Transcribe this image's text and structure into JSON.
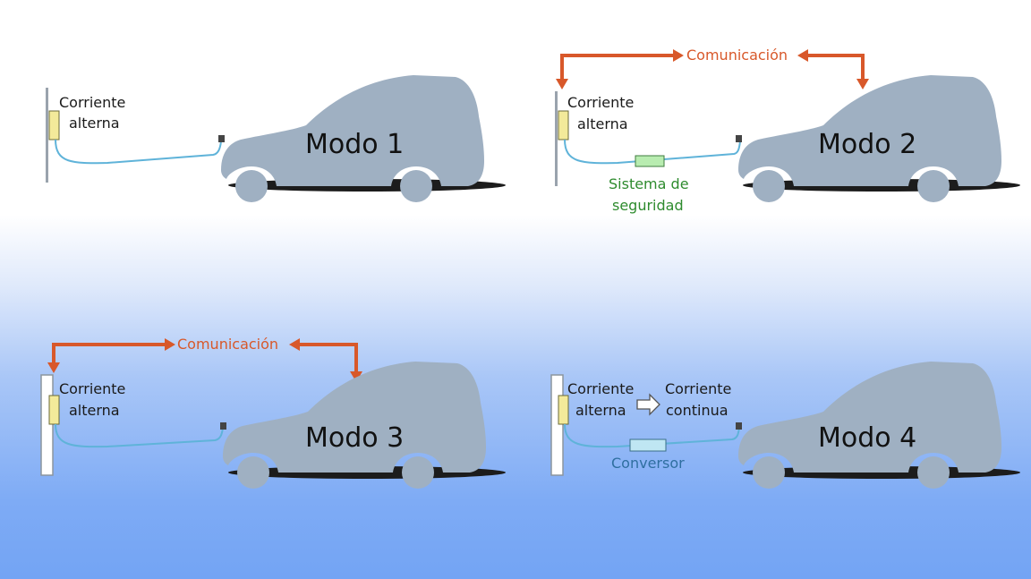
{
  "colors": {
    "car": "#9fb0c2",
    "shadow": "#1c1c1c",
    "cable": "#5fb3d9",
    "arrow": "#d8582a",
    "socket": "#f3ea9a",
    "safety_box": "#b8ecb0",
    "converter_box": "#bfe6f3"
  },
  "panels": [
    {
      "mode_label": "Modo 1",
      "source_label_line1": "Corriente",
      "source_label_line2": "alterna"
    },
    {
      "mode_label": "Modo 2",
      "source_label_line1": "Corriente",
      "source_label_line2": "alterna",
      "communication_label": "Comunicación",
      "device_label_line1": "Sistema de",
      "device_label_line2": "seguridad"
    },
    {
      "mode_label": "Modo 3",
      "source_label_line1": "Corriente",
      "source_label_line2": "alterna",
      "communication_label": "Comunicación"
    },
    {
      "mode_label": "Modo 4",
      "source_label_line1": "Corriente",
      "source_label_line2": "alterna",
      "output_label_line1": "Corriente",
      "output_label_line2": "continua",
      "device_label_line1": "Conversor"
    }
  ],
  "icons": [
    "car-silhouette",
    "wall-socket",
    "charging-cable",
    "communication-arrow",
    "conversion-arrow"
  ]
}
